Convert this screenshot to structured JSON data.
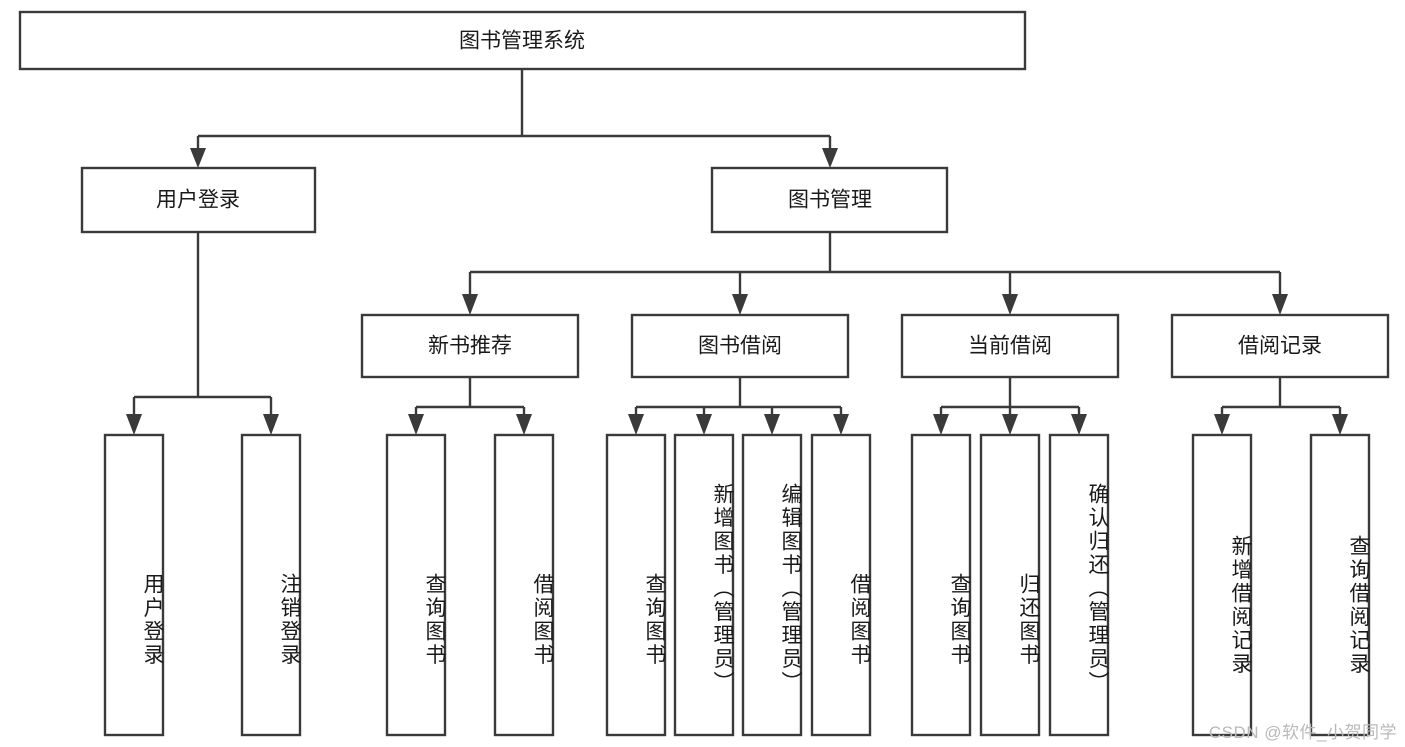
{
  "diagram": {
    "type": "tree-hierarchy-chart",
    "title": "图书管理系统",
    "watermark": "CSDN @软件_小贺同学",
    "colors": {
      "stroke": "#3a3a3a",
      "fill": "#ffffff",
      "text": "#1a1a1a",
      "watermark": "#b9b9b9"
    },
    "levels": {
      "root": {
        "label": "图书管理系统"
      },
      "level2": [
        {
          "label": "用户登录"
        },
        {
          "label": "图书管理"
        }
      ],
      "level3": [
        {
          "label": "新书推荐"
        },
        {
          "label": "图书借阅"
        },
        {
          "label": "当前借阅"
        },
        {
          "label": "借阅记录"
        }
      ],
      "leaves": [
        {
          "label": "用户登录",
          "parent": "用户登录"
        },
        {
          "label": "注销登录",
          "parent": "用户登录"
        },
        {
          "label": "查询图书",
          "parent": "新书推荐"
        },
        {
          "label": "借阅图书",
          "parent": "新书推荐"
        },
        {
          "label": "查询图书",
          "parent": "图书借阅"
        },
        {
          "label": "新增图书（管理员）",
          "parent": "图书借阅"
        },
        {
          "label": "编辑图书（管理员）",
          "parent": "图书借阅"
        },
        {
          "label": "借阅图书",
          "parent": "图书借阅"
        },
        {
          "label": "查询图书",
          "parent": "当前借阅"
        },
        {
          "label": "归还图书",
          "parent": "当前借阅"
        },
        {
          "label": "确认归还（管理员）",
          "parent": "当前借阅"
        },
        {
          "label": "新增借阅记录",
          "parent": "借阅记录"
        },
        {
          "label": "查询借阅记录",
          "parent": "借阅记录"
        }
      ]
    }
  }
}
